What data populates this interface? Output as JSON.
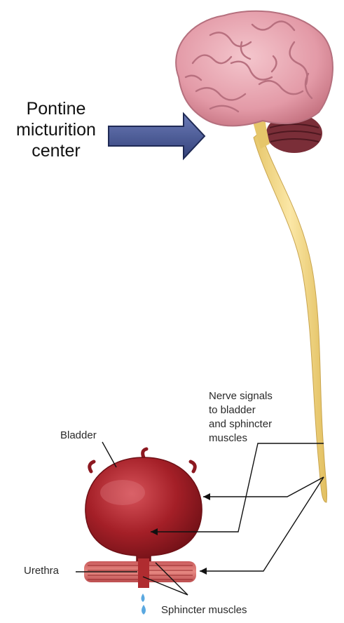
{
  "labels": {
    "pmc": [
      "Pontine",
      "micturition",
      "center"
    ],
    "nerve_signals": [
      "Nerve signals",
      "to bladder",
      "and sphincter",
      "muscles"
    ],
    "bladder": "Bladder",
    "urethra": "Urethra",
    "sphincter": "Sphincter muscles"
  },
  "colors": {
    "brain": "#e6a5b0",
    "brain_fold": "#b8707f",
    "cerebellum": "#7a2e38",
    "spinal_cord": "#f2d98a",
    "bladder": "#a01e25",
    "arrow_fill": "#4d5d9a",
    "droplet": "#5aa8e0"
  },
  "icons": [
    "brain-image",
    "spinal-cord-image",
    "bladder-image",
    "sphincter-image",
    "water-droplet-icon",
    "big-arrow-icon"
  ]
}
